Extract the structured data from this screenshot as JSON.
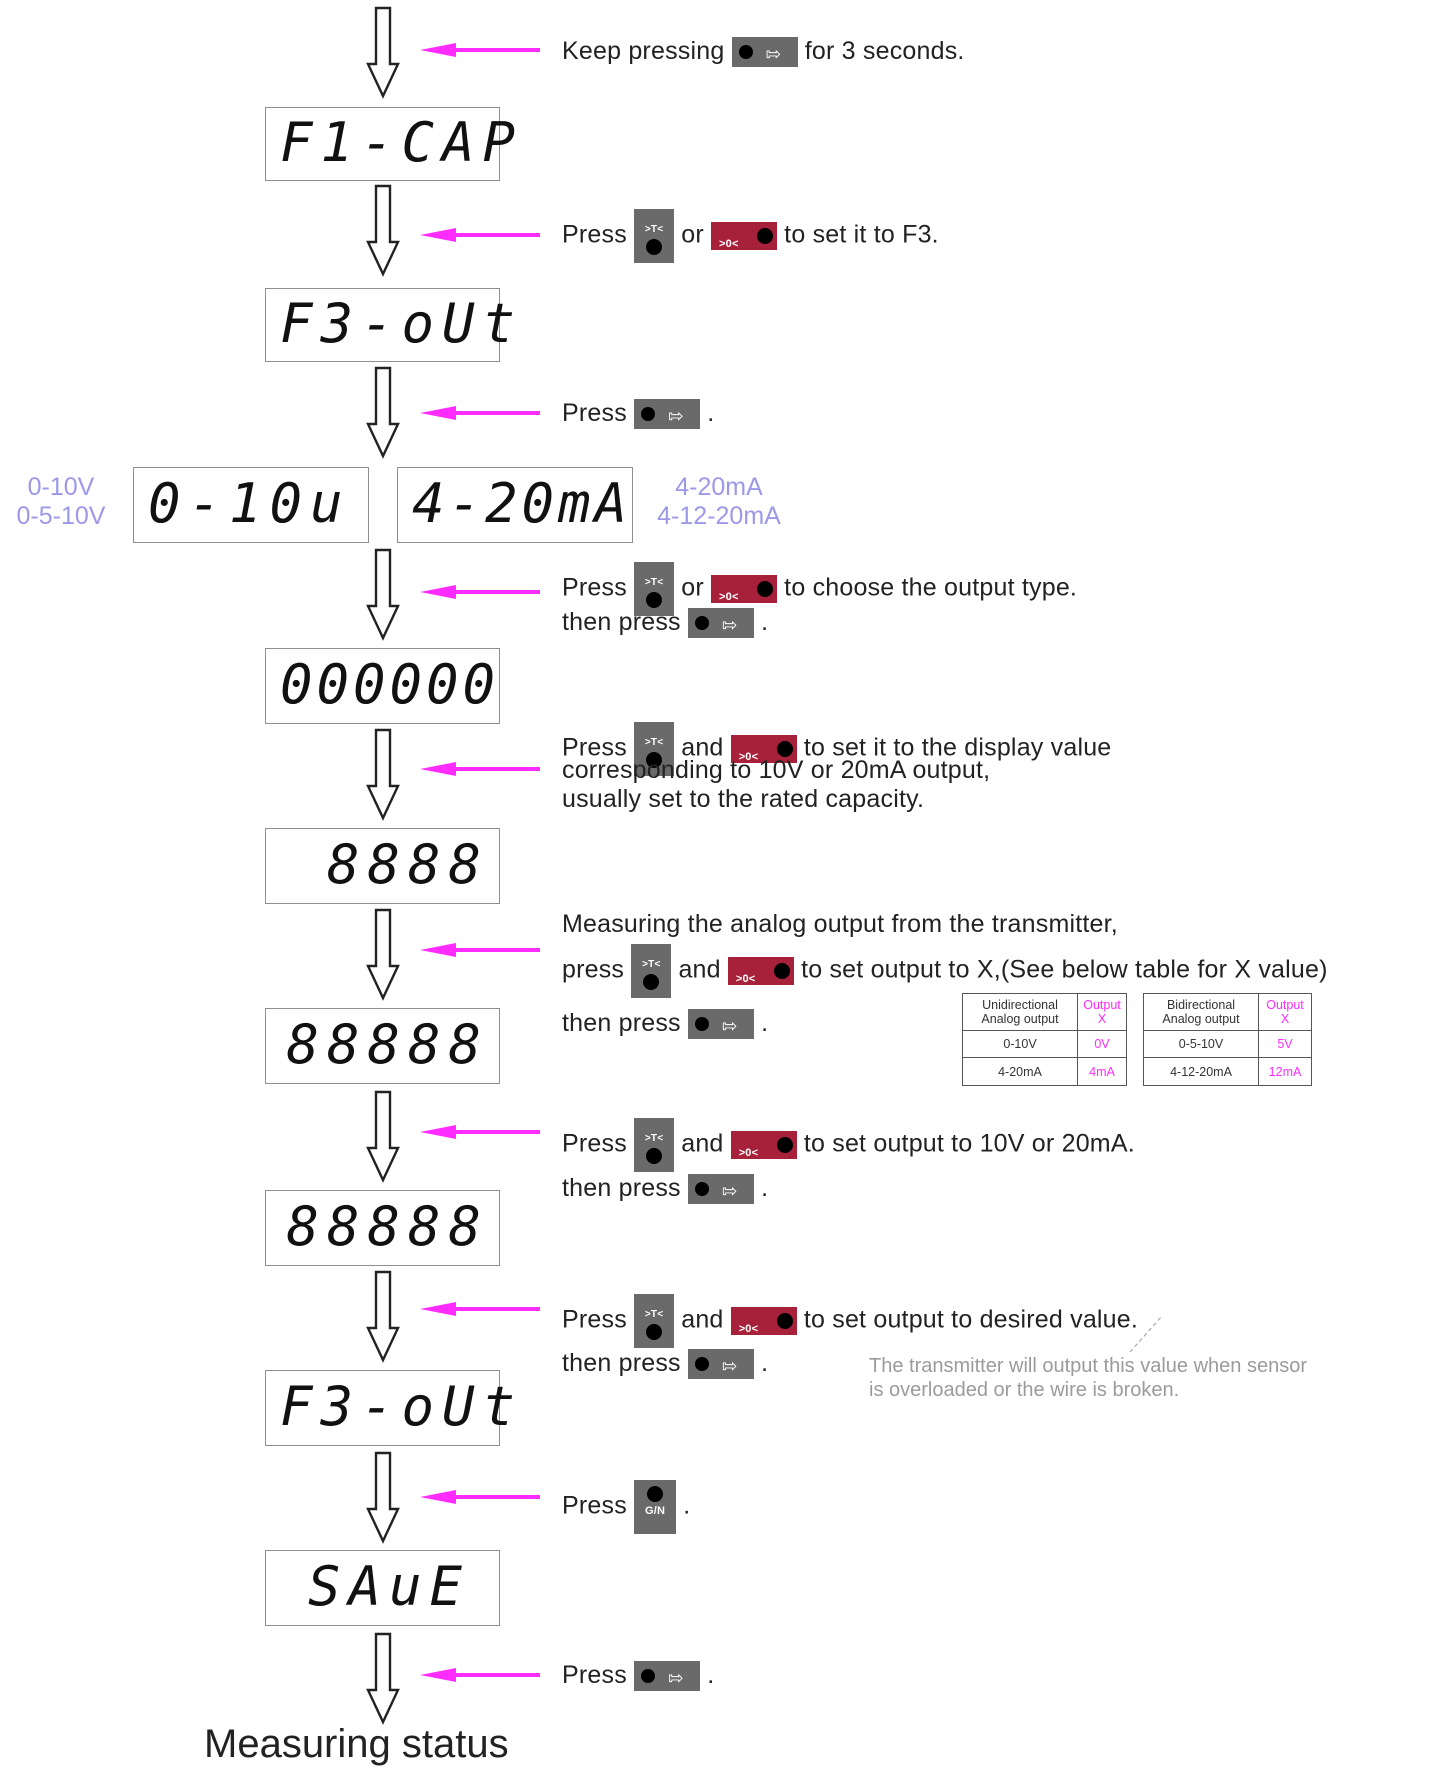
{
  "displays": {
    "f1_cap": "F1-CAP",
    "f3_out_1": "F3-oUt",
    "type_voltage": "0-10u",
    "type_current": "4-20mA",
    "zeros": "000000",
    "d4": "8888",
    "d5a": "88888",
    "d5b": "88888",
    "f3_out_2": "F3-oUt",
    "save": "SAuE"
  },
  "type_notes": {
    "left_line1": "0-10V",
    "left_line2": "0-5-10V",
    "right_line1": "4-20mA",
    "right_line2": "4-12-20mA"
  },
  "buttons": {
    "tare_label": ">T<",
    "zero_label": ">0<",
    "enter_icon": "enter-arrow-icon",
    "gn_label": "G/N"
  },
  "steps": {
    "s1": {
      "before": "Keep pressing",
      "after": "for 3 seconds."
    },
    "s2": {
      "before": "Press",
      "mid": "or",
      "after": "to set it to F3."
    },
    "s3": {
      "before": "Press",
      "after": "."
    },
    "s4": {
      "before": "Press",
      "mid": "or",
      "after": "to choose the output type.",
      "line2_before": "then press",
      "line2_after": "."
    },
    "s5": {
      "before": "Press",
      "mid": "and",
      "after": "to set it to the display value",
      "line2": "corresponding to 10V or 20mA output,",
      "line3": "usually set to the rated capacity."
    },
    "s6": {
      "line1": "Measuring the analog output from the transmitter,",
      "before": "press",
      "mid": "and",
      "after": "to set output to X,(See below table for X value)",
      "line3_before": "then press",
      "line3_after": "."
    },
    "s7": {
      "before": "Press",
      "mid": "and",
      "after": "to set output to 10V or 20mA.",
      "line2_before": "then press",
      "line2_after": "."
    },
    "s8": {
      "before": "Press",
      "mid": "and",
      "after": "to set output to desired value.",
      "line2_before": "then press",
      "line2_after": "."
    },
    "s9": {
      "before": "Press",
      "after": "."
    },
    "s10": {
      "before": "Press",
      "after": "."
    }
  },
  "note": {
    "line1": "The transmitter will output this value when sensor",
    "line2": "is overloaded or the wire is broken."
  },
  "x_table": {
    "uni_header": [
      "Unidirectional",
      "Analog output"
    ],
    "out_header": [
      "Output",
      "X"
    ],
    "bi_header": [
      "Bidirectional",
      "Analog output"
    ],
    "rows": [
      {
        "uni": "0-10V",
        "uni_x": "0V",
        "bi": "0-5-10V",
        "bi_x": "5V"
      },
      {
        "uni": "4-20mA",
        "uni_x": "4mA",
        "bi": "4-12-20mA",
        "bi_x": "12mA"
      }
    ]
  },
  "final_label": "Measuring status",
  "colors": {
    "pointer_arrow": "#ff2cff",
    "type_note": "#9d98e8",
    "zero_button": "#a8213a",
    "button_gray": "#6a6a6a"
  }
}
